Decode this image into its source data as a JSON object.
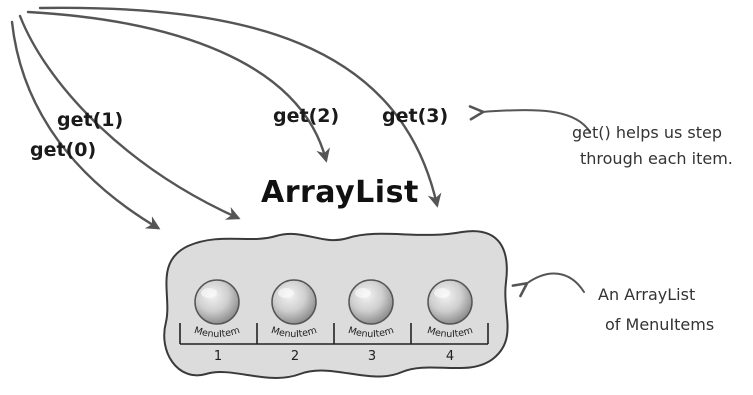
{
  "title": "ArrayList",
  "get_calls": [
    "get(0)",
    "get(1)",
    "get(2)",
    "get(3)"
  ],
  "notes": {
    "get_help_line1": "get() helps us step",
    "get_help_line2": "through each item.",
    "list_desc_line1": "An ArrayList",
    "list_desc_line2": "of MenuItems"
  },
  "items": [
    {
      "label": "MenuItem",
      "index": "1"
    },
    {
      "label": "MenuItem",
      "index": "2"
    },
    {
      "label": "MenuItem",
      "index": "3"
    },
    {
      "label": "MenuItem",
      "index": "4"
    }
  ],
  "colors": {
    "blob_fill": "#dcdcdc",
    "ball_fill": "#c9c9c9",
    "arrow": "#555555"
  }
}
